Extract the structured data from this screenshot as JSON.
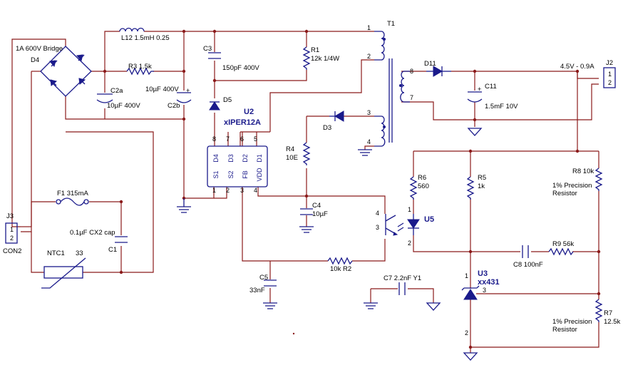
{
  "labels": {
    "bridge_desc": "1A 600V Bridge",
    "d4": "D4",
    "l12": "L12 1.5mH 0.25",
    "r3": "R3 1.5k",
    "c2a": "C2a",
    "c2a_val": "10µF 400V",
    "c2b_val": "10µF 400V",
    "c2b": "C2b",
    "c3": "C3",
    "c3_val": "150pF 400V",
    "r1": "R1",
    "r1_val": "12k 1/4W",
    "d5": "D5",
    "u2": "U2",
    "u2_part": "xIPER12A",
    "t1": "T1",
    "d11": "D11",
    "c11": "C11",
    "c11_val": "1.5mF 10V",
    "out_v": "4.5V - 0.9A",
    "j2": "J2",
    "d3": "D3",
    "r4": "R4",
    "r4_val": "10E",
    "c4": "C4",
    "c4_val": "10µF",
    "r6": "R6",
    "r6_val": "560",
    "r5": "R5",
    "r5_val": "1k",
    "r8": "R8 10k",
    "r8_desc1": "1% Precision",
    "r8_desc2": "Resistor",
    "u5": "U5",
    "c8": "C8 100nF",
    "r9": "R9 56k",
    "u3": "U3",
    "u3_part": "xx431",
    "r7": "R7",
    "r7_val": "12.5k",
    "r7_desc1": "1% Precision",
    "r7_desc2": "Resistor",
    "c7": "C7 2.2nF Y1",
    "r2": "10k R2",
    "c5": "C5",
    "c5_val": "33nF",
    "f1": "F1 315mA",
    "c1_val": "0.1µF CX2 cap",
    "c1": "C1",
    "ntc": "NTC1",
    "ntc_val": "33",
    "j3": "J3",
    "con2": "CON2"
  },
  "pins": {
    "t1_1": "1",
    "t1_2": "2",
    "t1_3": "3",
    "t1_4": "4",
    "t1_7": "7",
    "t1_8": "8",
    "u2_top": [
      "8",
      "7",
      "6",
      "5"
    ],
    "u2_top_names": [
      "D4",
      "D3",
      "D2",
      "D1"
    ],
    "u2_bot": [
      "1",
      "2",
      "3",
      "4"
    ],
    "u2_bot_names": [
      "S1",
      "S2",
      "FB",
      "VDD"
    ],
    "j2_1": "1",
    "j2_2": "2",
    "j3_1": "1",
    "j3_2": "2",
    "u5_1": "1",
    "u5_2": "2",
    "u5_3": "3",
    "u5_4": "4",
    "u3_1": "1",
    "u3_2": "2",
    "u3_3": "3"
  },
  "colors": {
    "wire": "#8b1a1a",
    "component": "#1a1a8b",
    "text": "#000000"
  }
}
